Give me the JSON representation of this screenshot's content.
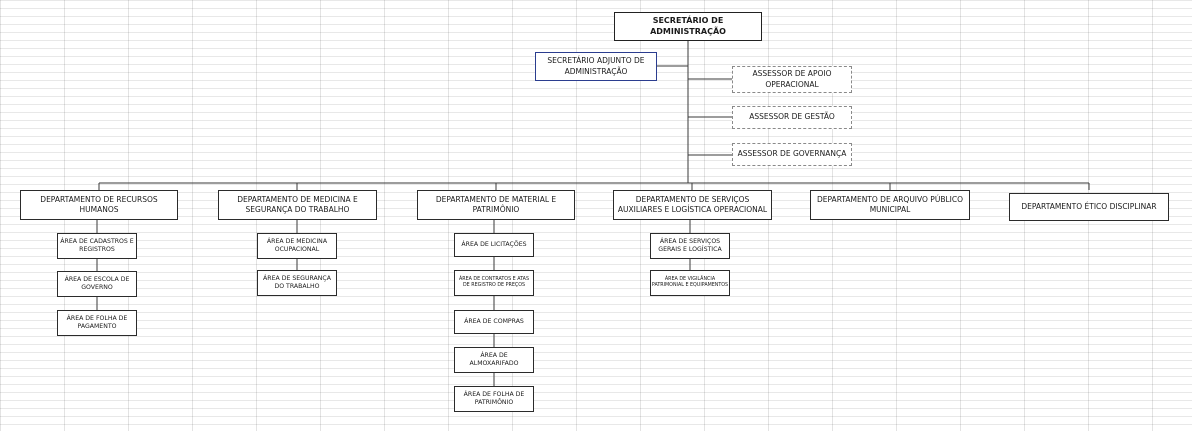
{
  "root": {
    "label": "SECRETÁRIO DE ADMINISTRAÇÃO"
  },
  "deputy": {
    "label": "SECRETÁRIO ADJUNTO DE ADMINISTRAÇÃO"
  },
  "advisors": [
    {
      "label": "ASSESSOR DE APOIO OPERACIONAL"
    },
    {
      "label": "ASSESSOR DE GESTÃO"
    },
    {
      "label": "ASSESSOR DE GOVERNANÇA"
    }
  ],
  "departments": [
    {
      "label": "DEPARTAMENTO DE RECURSOS HUMANOS",
      "areas": [
        {
          "label": "ÁREA DE CADASTROS E REGISTROS"
        },
        {
          "label": "ÁREA DE ESCOLA DE GOVERNO"
        },
        {
          "label": "ÁREA DE FOLHA DE PAGAMENTO"
        }
      ]
    },
    {
      "label": "DEPARTAMENTO DE MEDICINA E SEGURANÇA DO TRABALHO",
      "areas": [
        {
          "label": "ÁREA DE MEDICINA OCUPACIONAL"
        },
        {
          "label": "ÁREA DE SEGURANÇA DO TRABALHO"
        }
      ]
    },
    {
      "label": "DEPARTAMENTO DE MATERIAL E PATRIMÔNIO",
      "areas": [
        {
          "label": "ÁREA DE LICITAÇÕES"
        },
        {
          "label": "ÁREA DE CONTRATOS E ATAS DE REGISTRO DE PREÇOS"
        },
        {
          "label": "ÁREA DE COMPRAS"
        },
        {
          "label": "ÁREA DE ALMOXARIFADO"
        },
        {
          "label": "ÁREA DE FOLHA DE PATRIMÔNIO"
        }
      ]
    },
    {
      "label": "DEPARTAMENTO DE SERVIÇOS AUXILIARES E LOGÍSTICA OPERACIONAL",
      "areas": [
        {
          "label": "ÁREA DE SERVIÇOS GERAIS E LOGÍSTICA"
        },
        {
          "label": "ÁREA DE VIGILÂNCIA PATRIMONIAL E EQUIPAMENTOS"
        }
      ]
    },
    {
      "label": "DEPARTAMENTO DE ARQUIVO PÚBLICO MUNICIPAL",
      "areas": []
    },
    {
      "label": "DEPARTAMENTO ÉTICO DISCIPLINAR",
      "areas": []
    }
  ]
}
